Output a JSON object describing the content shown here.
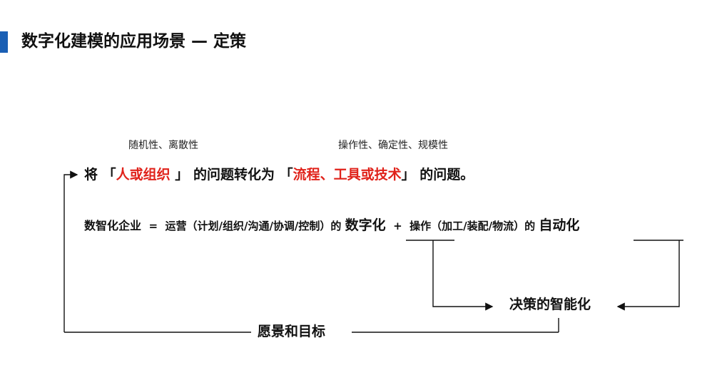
{
  "title": "数字化建模的应用场景 — 定策",
  "notes": {
    "left": "随机性、离散性",
    "right": "操作性、确定性、规模性"
  },
  "main_line": {
    "prefix": "将",
    "open1": "「",
    "highlight1": "人或组织",
    "close1": "」",
    "middle": "的问题转化为",
    "open2": "「",
    "highlight2": "流程、工具或技术",
    "close2": "」",
    "suffix": "的问题。"
  },
  "formula": {
    "enterprise": "数智化企业",
    "equals": "=",
    "operations": "运营（计划/组织/沟通/协调/控制）的",
    "digitization": "数字化",
    "plus": "+",
    "operation_detail": "操作（加工/装配/物流）的",
    "automation": "自动化"
  },
  "decision": "决策的智能化",
  "vision": "愿景和目标",
  "colors": {
    "accent": "#1a5fb4",
    "highlight": "#e0221a"
  }
}
